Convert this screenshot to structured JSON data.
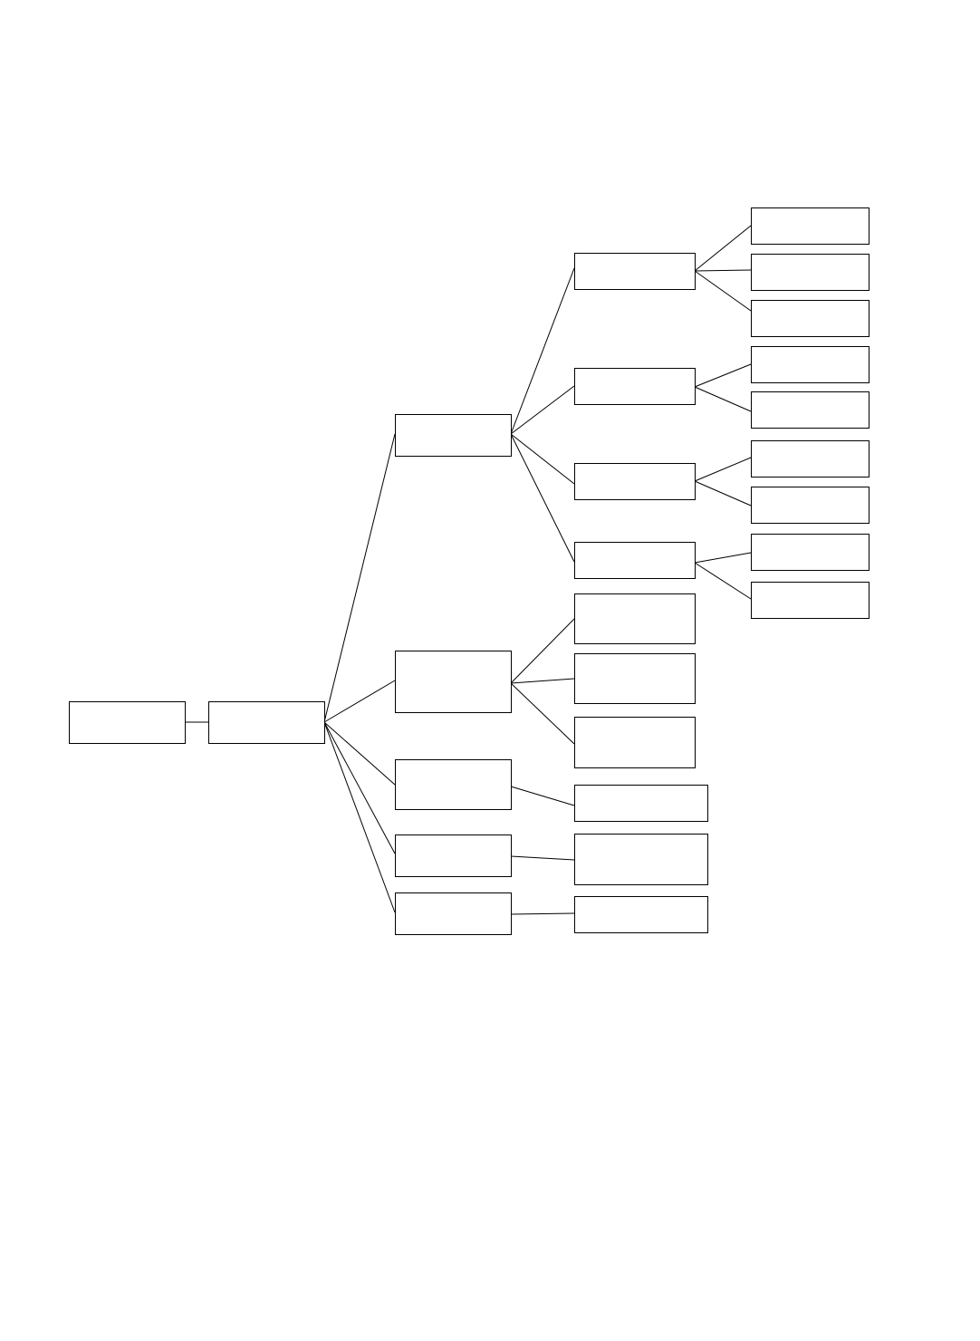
{
  "diagram": {
    "type": "tree",
    "line_color": "#000000",
    "box_fill": "#ffffff",
    "box_border": "#000000",
    "background": "#ffffff",
    "root": {
      "id": "n1",
      "label": "",
      "children": [
        {
          "id": "n2",
          "label": "",
          "children": [
            {
              "id": "n3",
              "label": "",
              "children": [
                {
                  "id": "n4",
                  "label": "",
                  "children": [
                    {
                      "id": "n5",
                      "label": ""
                    },
                    {
                      "id": "n6",
                      "label": ""
                    },
                    {
                      "id": "n7",
                      "label": ""
                    }
                  ]
                },
                {
                  "id": "n8",
                  "label": "",
                  "children": [
                    {
                      "id": "n9",
                      "label": ""
                    },
                    {
                      "id": "n10",
                      "label": ""
                    }
                  ]
                },
                {
                  "id": "n11",
                  "label": "",
                  "children": [
                    {
                      "id": "n12",
                      "label": ""
                    },
                    {
                      "id": "n13",
                      "label": ""
                    }
                  ]
                },
                {
                  "id": "n14",
                  "label": "",
                  "children": [
                    {
                      "id": "n15",
                      "label": ""
                    },
                    {
                      "id": "n16",
                      "label": ""
                    }
                  ]
                }
              ]
            },
            {
              "id": "n17",
              "label": "",
              "children": [
                {
                  "id": "n18",
                  "label": ""
                },
                {
                  "id": "n19",
                  "label": ""
                },
                {
                  "id": "n20",
                  "label": ""
                }
              ]
            },
            {
              "id": "n21",
              "label": "",
              "children": [
                {
                  "id": "n22",
                  "label": ""
                }
              ]
            },
            {
              "id": "n23",
              "label": "",
              "children": [
                {
                  "id": "n24",
                  "label": ""
                }
              ]
            },
            {
              "id": "n25",
              "label": "",
              "children": [
                {
                  "id": "n26",
                  "label": ""
                }
              ]
            }
          ]
        }
      ]
    }
  }
}
